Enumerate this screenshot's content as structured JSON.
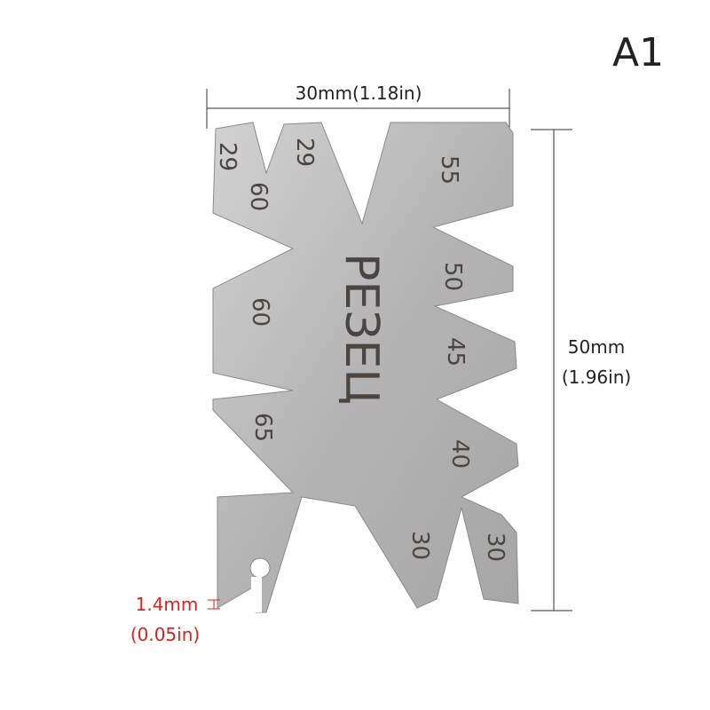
{
  "label": "A1",
  "dimensions": {
    "width": "30mm(1.18in)",
    "height_mm": "50mm",
    "height_in": "(1.96in)",
    "slot_mm": "1.4mm",
    "slot_in": "(0.05in)"
  },
  "gauge": {
    "title": "РЕЗЕЦ",
    "angles_left": [
      "29",
      "29",
      "60",
      "60",
      "65"
    ],
    "angles_right": [
      "55",
      "50",
      "45",
      "40",
      "30",
      "30"
    ]
  },
  "colors": {
    "accent": "#e0201a",
    "metal": "#b9b9b9"
  }
}
